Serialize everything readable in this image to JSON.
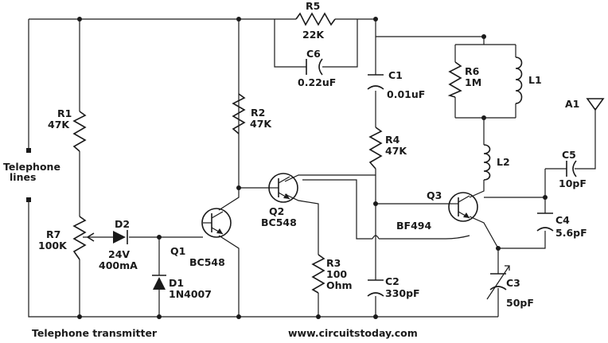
{
  "title": "Telephone transmitter",
  "website": "www.circuitstoday.com",
  "telephone_lines": [
    "Telephone",
    "lines"
  ],
  "components": {
    "R1": {
      "name": "R1",
      "value": "47K"
    },
    "R2": {
      "name": "R2",
      "value": "47K"
    },
    "R3": {
      "name": "R3",
      "value": "100",
      "value2": "Ohm"
    },
    "R4": {
      "name": "R4",
      "value": "47K"
    },
    "R5": {
      "name": "R5",
      "value": "22K"
    },
    "R6": {
      "name": "R6",
      "value": "1M"
    },
    "R7": {
      "name": "R7",
      "value": "100K"
    },
    "C1": {
      "name": "C1",
      "value": "0.01uF"
    },
    "C2": {
      "name": "C2",
      "value": "330pF"
    },
    "C3": {
      "name": "C3",
      "value": "50pF"
    },
    "C4": {
      "name": "C4",
      "value": "5.6pF"
    },
    "C5": {
      "name": "C5",
      "value": "10pF"
    },
    "C6": {
      "name": "C6",
      "value": "0.22uF"
    },
    "D1": {
      "name": "D1",
      "value": "1N4007"
    },
    "D2": {
      "name": "D2",
      "value": "24V",
      "value2": "400mA"
    },
    "Q1": {
      "name": "Q1",
      "value": "BC548"
    },
    "Q2": {
      "name": "Q2",
      "value": "BC548"
    },
    "Q3": {
      "name": "Q3",
      "value": "BF494"
    },
    "L1": {
      "name": "L1"
    },
    "L2": {
      "name": "L2"
    },
    "A1": {
      "name": "A1"
    }
  }
}
